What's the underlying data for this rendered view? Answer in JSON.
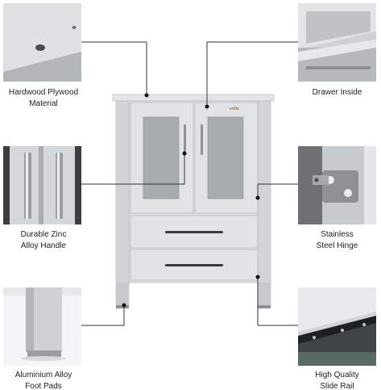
{
  "features": {
    "top_left": {
      "label_line1": "Hardwood Plywood",
      "label_line2": "Material"
    },
    "top_right": {
      "label_line1": "Drawer Inside"
    },
    "mid_left": {
      "label_line1": "Durable Zinc",
      "label_line2": "Alloy Handle"
    },
    "mid_right": {
      "label_line1": "Stainless",
      "label_line2": "Steel Hinge"
    },
    "bottom_left": {
      "label_line1": "Aluminium Alloy",
      "label_line2": "Foot Pads"
    },
    "bottom_right": {
      "label_line1": "High Quality",
      "label_line2": "Slide Rail"
    }
  },
  "cabinet": {
    "brand": "eclife"
  },
  "colors": {
    "cabinet_body": "#d9dcde",
    "cabinet_shadow": "#b9bdc0",
    "glass": "#a7acb0",
    "handle": "#3a3c3e",
    "leader": "#333333",
    "background": "#ffffff"
  }
}
